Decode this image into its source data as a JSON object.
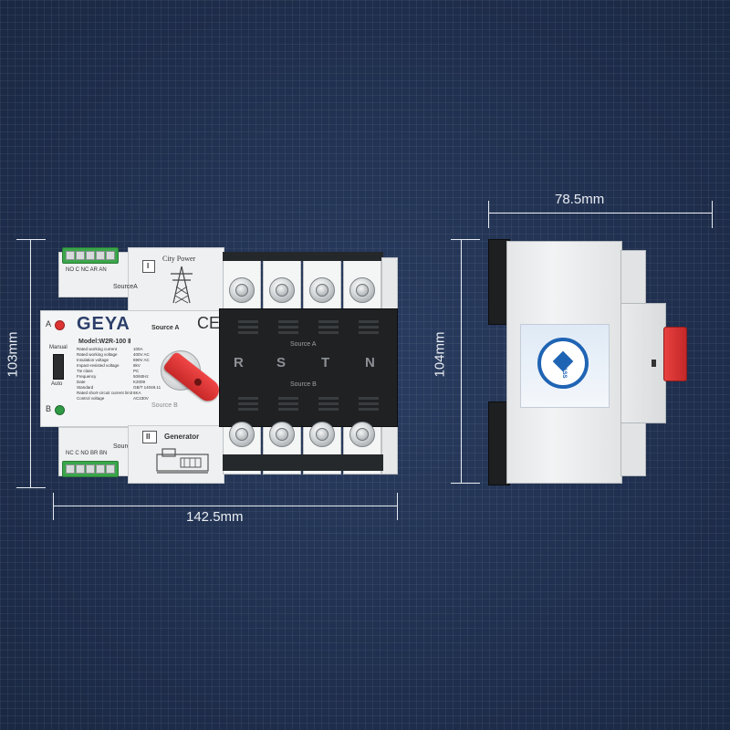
{
  "dimensions": {
    "width": "142.5mm",
    "height_front": "103mm",
    "depth": "78.5mm",
    "height_side": "104mm"
  },
  "device": {
    "brand": "GEYA",
    "model": "Model:W2R-100 Ⅱ",
    "ce_mark": "CE",
    "source_a_label": "SourceA",
    "source_b_label": "SourceB",
    "source_a_panel": "Source A",
    "source_b_panel": "Source B",
    "city_power": "City Power",
    "generator": "Generator",
    "roman_one": "I",
    "roman_two": "II",
    "terminal_top_labels": "NO C NC AR AN",
    "terminal_bottom_labels": "NC C NO BR BN",
    "indicator_a": "A",
    "indicator_b": "B",
    "manual": "Manual",
    "auto": "Auto",
    "phases": [
      "R",
      "S",
      "T",
      "N"
    ],
    "spec_lines": [
      "Rated working current",
      "Rated working voltage",
      "Insulation voltage",
      "Impact-resisted voltage",
      "Tie class",
      "Frequency",
      "Date",
      "Standard",
      "Rated short-circuit current limit",
      "Control voltage"
    ],
    "spec_values": [
      "100A",
      "400V AC",
      "690V AC",
      "8kV",
      "PC",
      "50/60Hz",
      "K2009",
      "GB/T 14048.11",
      "6KA",
      "AC230V"
    ],
    "qc_label": "QC PASS"
  },
  "colors": {
    "background": "#203151",
    "dimension_lines": "#e8ecf2",
    "handle": "#e23a3a",
    "terminal": "#3aa64a"
  }
}
